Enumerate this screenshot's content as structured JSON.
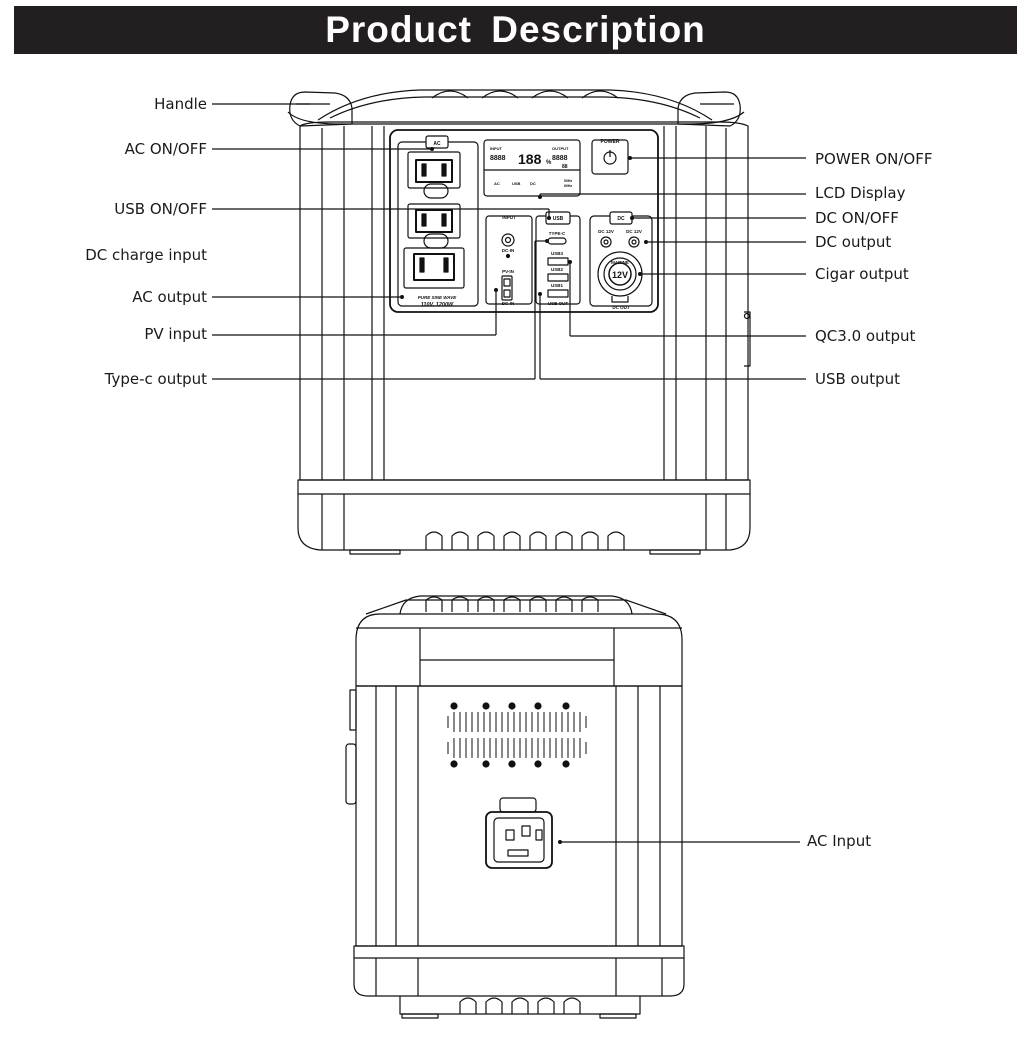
{
  "title": "Product Description",
  "front_view": {
    "left_callouts": {
      "handle": "Handle",
      "ac_on_off": "AC ON/OFF",
      "usb_on_off": "USB ON/OFF",
      "dc_charge_input": "DC charge input",
      "ac_output": "AC output",
      "pv_input": "PV input",
      "type_c_output": "Type-c output"
    },
    "right_callouts": {
      "power_on_off": "POWER ON/OFF",
      "lcd_display": "LCD Display",
      "dc_on_off": "DC ON/OFF",
      "dc_output": "DC output",
      "cigar_output": "Cigar output",
      "qc30_output": "QC3.0 output",
      "usb_output": "USB output"
    },
    "panel_text": {
      "ac_button": "AC",
      "power_button": "POWER",
      "lcd_input": "INPUT",
      "lcd_output": "OUTPUT",
      "lcd_digits_left": "8888",
      "lcd_digits_center": "188",
      "lcd_digits_right": "8888",
      "lcd_pct": "%",
      "lcd_small": "88",
      "lcd_icon_ac": "AC",
      "lcd_icon_usb": "USB",
      "lcd_icon_dc": "DC",
      "lcd_hz_1": "50Hz",
      "lcd_hz_2": "60Hz",
      "input_header": "INPUT",
      "dc_in_top": "DC-IN",
      "pv_in": "PV-IN",
      "dc_in_bottom": "DC-IN",
      "usb_button": "USB",
      "type_c": "TYPE-C",
      "usb3": "USB3",
      "usb2": "USB2",
      "usb1": "USB1",
      "usb_out": "USB OUT",
      "dc_button": "DC",
      "dc12v_left": "DC 12V",
      "dc12v_right": "DC 12V",
      "marine": "MARINE",
      "twelve_v": "12V",
      "dc_out": "DC OUT",
      "pure_sine": "PURE SINE WAVE",
      "rating": "110V, 1200W"
    }
  },
  "back_view": {
    "right_callouts": {
      "ac_input": "AC Input"
    }
  }
}
